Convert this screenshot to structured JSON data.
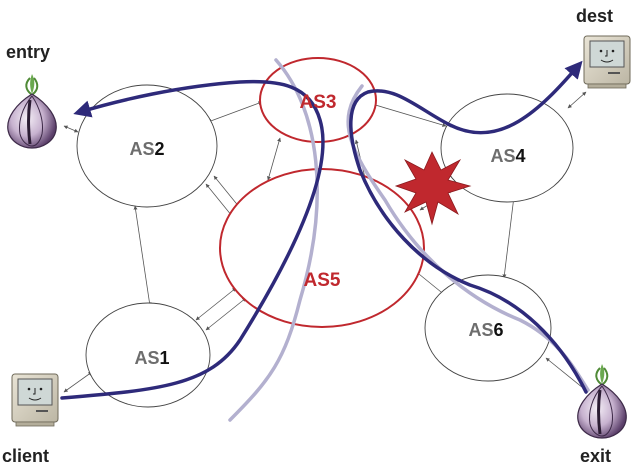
{
  "labels": {
    "entry": "entry",
    "dest": "dest",
    "client": "client",
    "exit": "exit"
  },
  "nodes": {
    "as1": {
      "prefix": "AS",
      "num": "1"
    },
    "as2": {
      "prefix": "AS",
      "num": "2"
    },
    "as3": {
      "prefix": "AS",
      "num": "3"
    },
    "as4": {
      "prefix": "AS",
      "num": "4"
    },
    "as5": {
      "prefix": "AS",
      "num": "5"
    },
    "as6": {
      "prefix": "AS",
      "num": "6"
    }
  },
  "icons": {
    "entry": "tor-onion-icon",
    "exit": "tor-onion-icon",
    "client": "computer-icon",
    "dest": "computer-icon",
    "attack": "explosion-star-icon"
  },
  "colors": {
    "compromised": "#c0282e",
    "forward_path": "#2e2a7a",
    "return_path": "#b3b0cf",
    "normal_text_prefix": "#6d6d6d",
    "normal_text_num": "#111111",
    "link": "#555555"
  }
}
